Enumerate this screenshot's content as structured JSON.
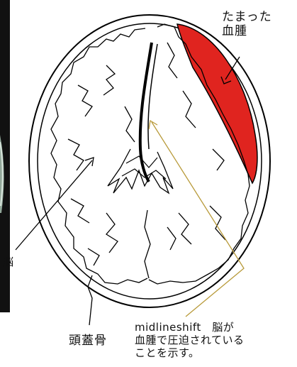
{
  "labels": {
    "hematoma": "たまった\n血腫",
    "brain": "脳",
    "skull": "頭蓋骨",
    "midline_shift": "midlineshift　脳が\n血腫で圧迫されている\nことを示す。"
  },
  "colors": {
    "hematoma_fill": "#e0241f",
    "ink": "#000000",
    "scan_background": "#111111",
    "scan_glow": "#a9c3b3",
    "pointer_line": "#b89a3a"
  }
}
